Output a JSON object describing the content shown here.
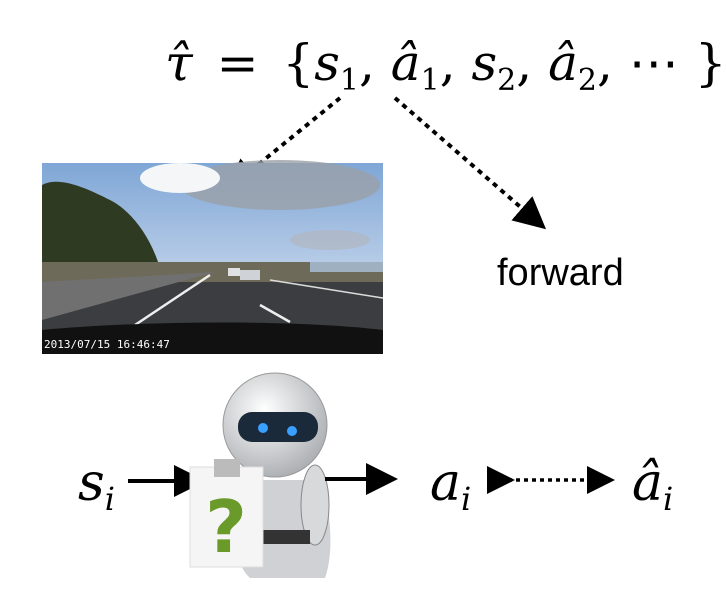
{
  "equation": {
    "lhs": "τ̂",
    "equals": "=",
    "open": "{",
    "s1": "s",
    "s1_sub": "1",
    "a1": "â",
    "a1_sub": "1",
    "s2": "s",
    "s2_sub": "2",
    "a2": "â",
    "a2_sub": "2",
    "ellipsis": "⋯",
    "close": "}"
  },
  "photo": {
    "timestamp": "2013/07/15 16:46:47"
  },
  "action_label": "forward",
  "bottom": {
    "state": "s",
    "state_sub": "i",
    "action": "a",
    "action_sub": "i",
    "expert_action": "â",
    "expert_action_sub": "i",
    "question_mark": "?"
  },
  "colors": {
    "question": "#6a9a2a",
    "eye": "#3aa0ff"
  }
}
